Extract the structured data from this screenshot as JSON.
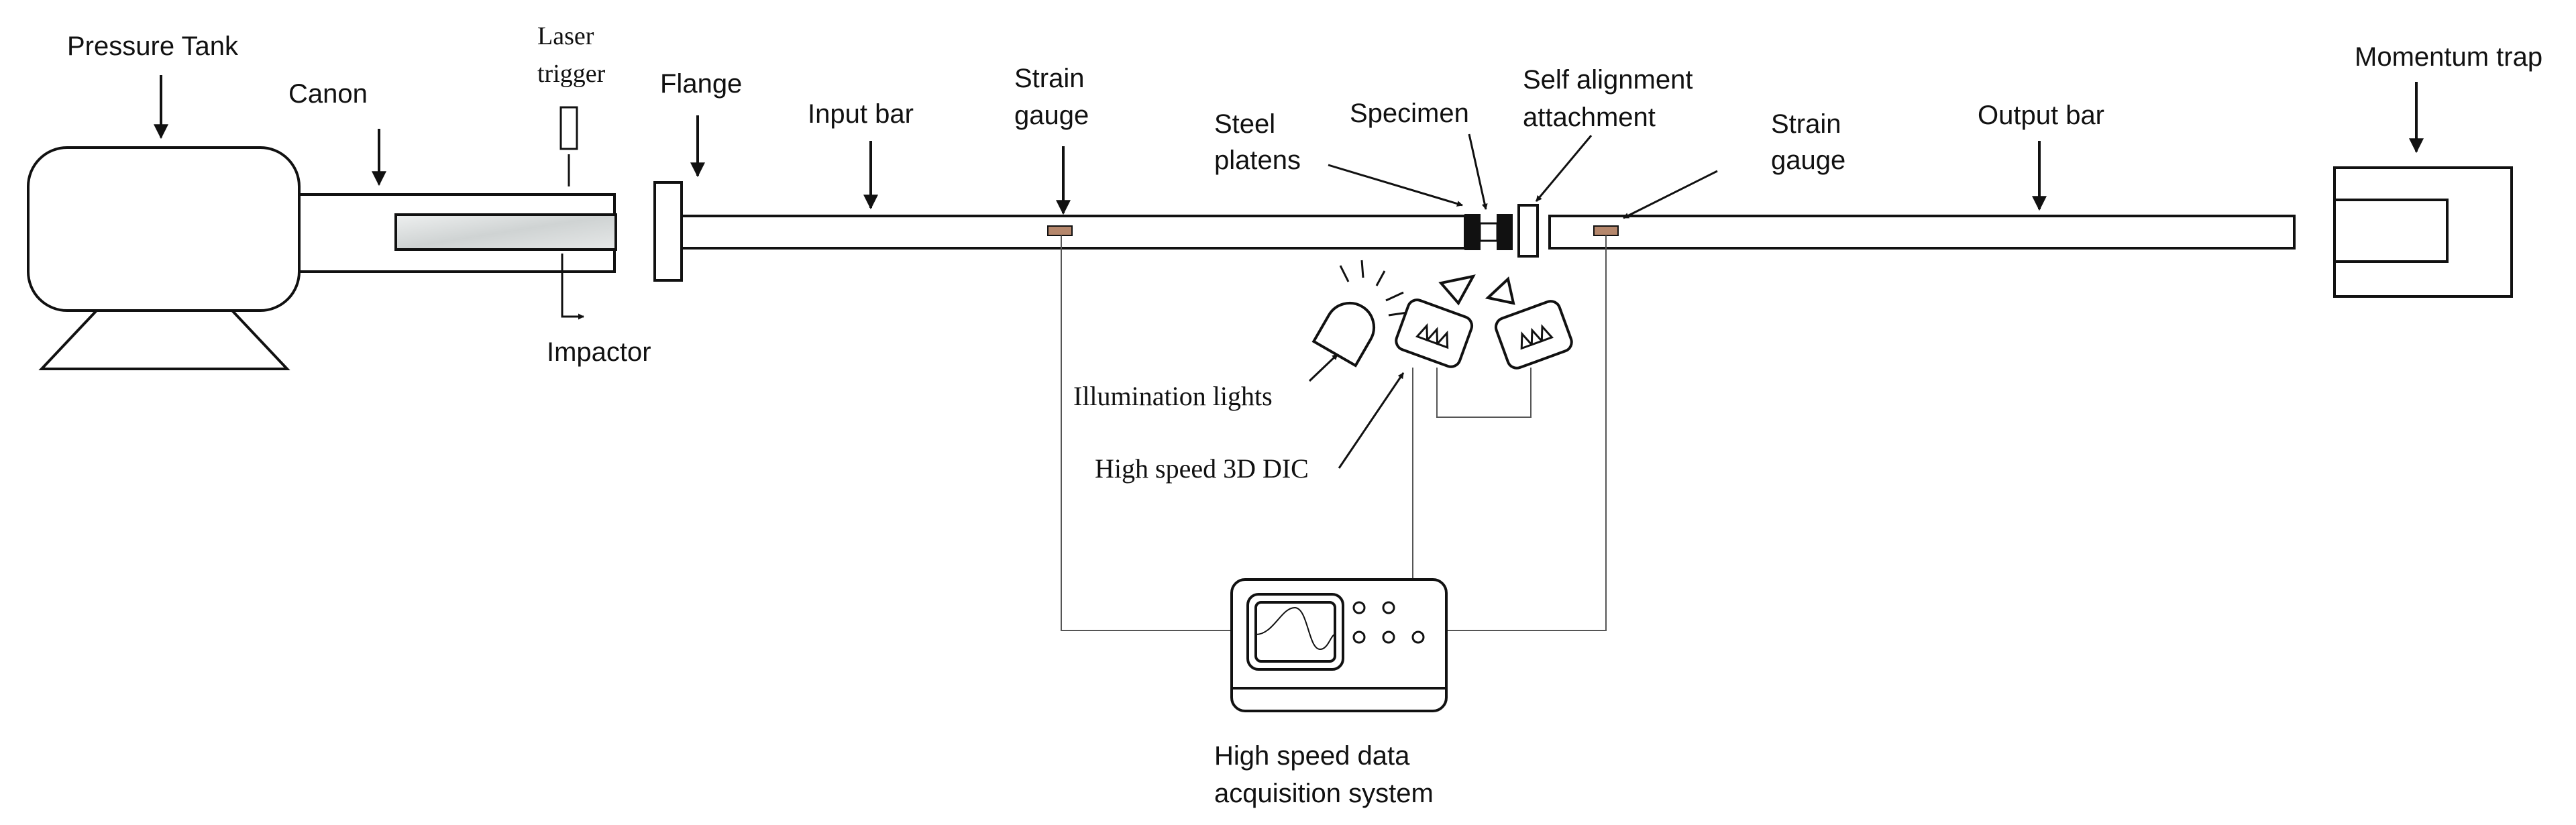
{
  "labels": {
    "pressure_tank": "Pressure Tank",
    "canon": "Canon",
    "laser_trigger_line1": "Laser",
    "laser_trigger_line2": "trigger",
    "flange": "Flange",
    "input_bar": "Input bar",
    "strain_gauge_input_line1": "Strain",
    "strain_gauge_input_line2": "gauge",
    "steel_platens_line1": "Steel",
    "steel_platens_line2": "platens",
    "specimen": "Specimen",
    "self_alignment_line1": "Self alignment",
    "self_alignment_line2": "attachment",
    "strain_gauge_output_line1": "Strain",
    "strain_gauge_output_line2": "gauge",
    "output_bar": "Output bar",
    "momentum_trap": "Momentum trap",
    "impactor": "Impactor",
    "illumination_lights": "Illumination lights",
    "high_speed_3d_dic": "High speed 3D DIC",
    "daq_line1": "High speed data",
    "daq_line2": "acquisition system"
  },
  "colors": {
    "stroke": "#111111",
    "gauge_fill": "#b5876c",
    "impactor_fill": "#d9dcdc",
    "wire": "#555555"
  }
}
